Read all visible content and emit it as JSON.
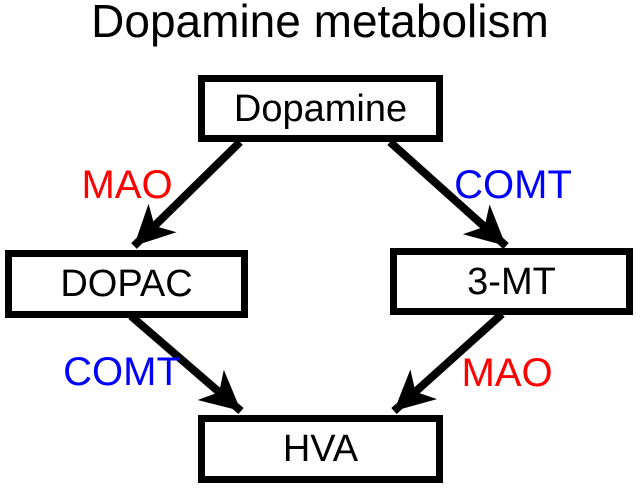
{
  "diagram": {
    "title": "Dopamine metabolism",
    "nodes": [
      {
        "id": "dopamine",
        "label": "Dopamine"
      },
      {
        "id": "dopac",
        "label": "DOPAC"
      },
      {
        "id": "3mt",
        "label": "3-MT"
      },
      {
        "id": "hva",
        "label": "HVA"
      }
    ],
    "edges": [
      {
        "from": "Dopamine",
        "to": "DOPAC",
        "enzyme": "MAO",
        "color": "#ff0000"
      },
      {
        "from": "Dopamine",
        "to": "3-MT",
        "enzyme": "COMT",
        "color": "#0000ff"
      },
      {
        "from": "DOPAC",
        "to": "HVA",
        "enzyme": "COMT",
        "color": "#0000ff"
      },
      {
        "from": "3-MT",
        "to": "HVA",
        "enzyme": "MAO",
        "color": "#ff0000"
      }
    ],
    "colors": {
      "text": "#000000",
      "arrow": "#000000",
      "box_border": "#000000",
      "background": "#ffffff",
      "mao": "#ff0000",
      "comt": "#0000ff"
    }
  }
}
